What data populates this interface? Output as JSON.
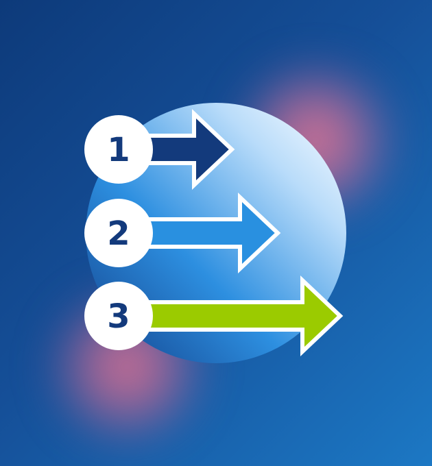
{
  "steps": [
    {
      "number": "1",
      "color": "#133a7c"
    },
    {
      "number": "2",
      "color": "#2990e0"
    },
    {
      "number": "3",
      "color": "#9bcb00"
    }
  ]
}
